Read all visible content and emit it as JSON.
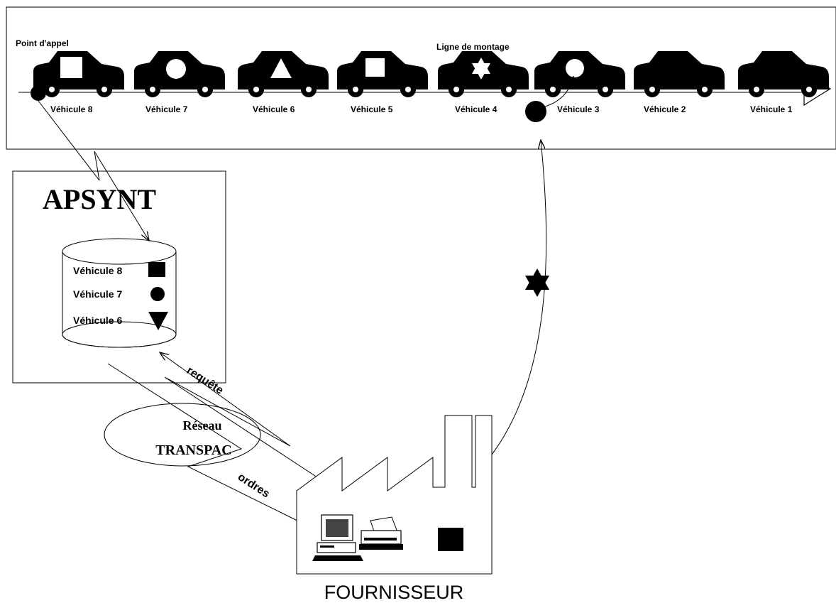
{
  "line": {
    "call_point_label": "Point d'appel",
    "assembly_label": "Ligne de montage",
    "vehicles": [
      {
        "label": "Véhicule 8",
        "part": "square"
      },
      {
        "label": "Véhicule 7",
        "part": "circle"
      },
      {
        "label": "Véhicule 6",
        "part": "triangle"
      },
      {
        "label": "Véhicule 5",
        "part": "square"
      },
      {
        "label": "Véhicule 4",
        "part": "star"
      },
      {
        "label": "Véhicule 3",
        "part": "circle"
      },
      {
        "label": "Véhicule 2",
        "part": "none"
      },
      {
        "label": "Véhicule 1",
        "part": "none"
      }
    ]
  },
  "apsynt": {
    "title": "APSYNT",
    "records": [
      {
        "label": "Véhicule 8",
        "shape": "square"
      },
      {
        "label": "Véhicule 7",
        "shape": "circle"
      },
      {
        "label": "Véhicule 6",
        "shape": "triangle-down"
      }
    ]
  },
  "network": {
    "line1": "Réseau",
    "line2": "TRANSPAC",
    "request_label": "requête",
    "orders_label": "ordres"
  },
  "supplier": {
    "title": "FOURNISSEUR"
  }
}
